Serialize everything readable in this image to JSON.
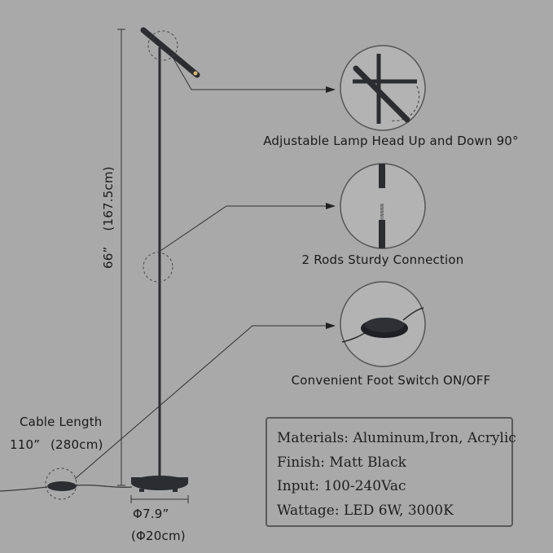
{
  "features": [
    {
      "label": "Adjustable Lamp Head Up and Down 90°",
      "icon": "lamp-head-detail"
    },
    {
      "label": "2 Rods Sturdy Connection",
      "icon": "rod-connection-detail"
    },
    {
      "label": "Convenient Foot Switch ON/OFF",
      "icon": "foot-switch-detail"
    }
  ],
  "dimensions": {
    "height_in": "66”",
    "height_cm": "(167.5cm)",
    "cable_title": "Cable Length",
    "cable_in": "110”",
    "cable_cm": "(280cm)",
    "base_in": "Φ7.9”",
    "base_cm": "(Φ20cm)"
  },
  "specs": [
    "Materials: Aluminum,Iron, Acrylic",
    "Finish: Matt Black",
    "Input: 100-240Vac",
    "Wattage: LED 6W, 3000K"
  ],
  "colors": {
    "background": "#a9a9a9",
    "lamp": "#2b2d30",
    "circle_fill": "#b3b3b3"
  }
}
